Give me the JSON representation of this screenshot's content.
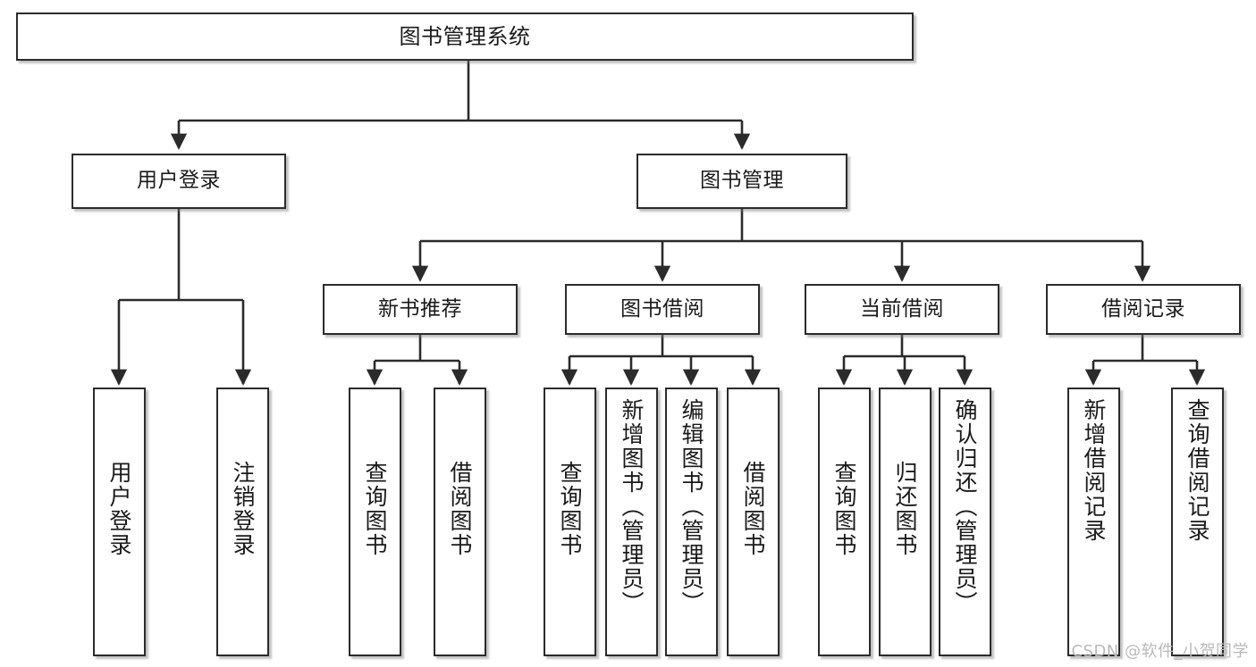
{
  "diagram": {
    "type": "tree-hierarchy",
    "title": "图书管理系统",
    "orientation": "top-down",
    "colors": {
      "box_border": "#2b2b2b",
      "box_fill": "#ffffff",
      "edge": "#2b2b2b",
      "text": "#1a1a1a",
      "watermark": "#b9b9b9"
    },
    "levels": {
      "root": {
        "label": "图书管理系统"
      },
      "level2": [
        {
          "label": "用户登录"
        },
        {
          "label": "图书管理"
        }
      ],
      "level3": [
        {
          "label": "新书推荐"
        },
        {
          "label": "图书借阅"
        },
        {
          "label": "当前借阅"
        },
        {
          "label": "借阅记录"
        }
      ],
      "leaves": [
        {
          "label": "用户登录",
          "parent": "用户登录"
        },
        {
          "label": "注销登录",
          "parent": "用户登录"
        },
        {
          "label": "查询图书",
          "parent": "新书推荐"
        },
        {
          "label": "借阅图书",
          "parent": "新书推荐"
        },
        {
          "label": "查询图书",
          "parent": "图书借阅"
        },
        {
          "label": "新增图书（管理员）",
          "parent": "图书借阅"
        },
        {
          "label": "编辑图书（管理员）",
          "parent": "图书借阅"
        },
        {
          "label": "借阅图书",
          "parent": "图书借阅"
        },
        {
          "label": "查询图书",
          "parent": "当前借阅"
        },
        {
          "label": "归还图书",
          "parent": "当前借阅"
        },
        {
          "label": "确认归还（管理员）",
          "parent": "当前借阅"
        },
        {
          "label": "新增借阅记录",
          "parent": "借阅记录"
        },
        {
          "label": "查询借阅记录",
          "parent": "借阅记录"
        }
      ]
    }
  },
  "watermark": {
    "text": "CSDN @软件_小贺同学"
  }
}
